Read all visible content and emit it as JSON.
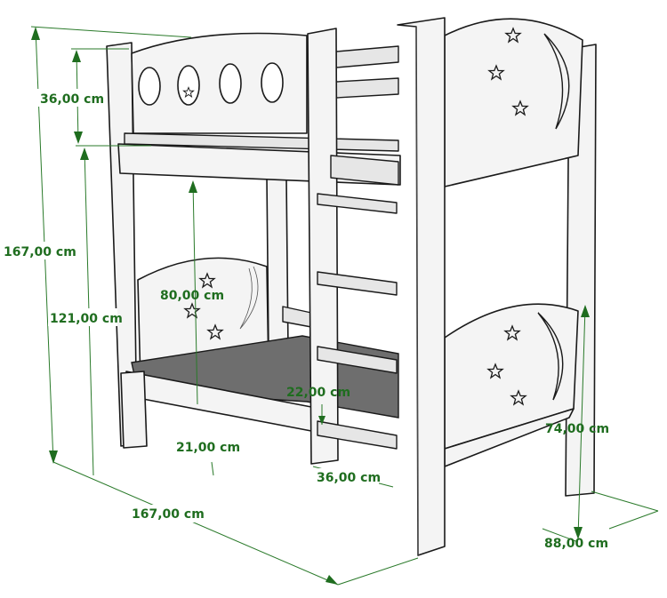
{
  "title": "Bunk bed dimensions",
  "colors": {
    "dimension": "#1f6d1f",
    "mattress": "#6e6e6e",
    "wood": "#f4f4f4"
  },
  "dimensions": [
    {
      "id": "top-guard-height",
      "label": "36,00 cm"
    },
    {
      "id": "total-height",
      "label": "167,00 cm"
    },
    {
      "id": "upper-bed-height",
      "label": "121,00 cm"
    },
    {
      "id": "clearance-between-beds",
      "label": "80,00 cm"
    },
    {
      "id": "ladder-step-spacing",
      "label": "22,00 cm"
    },
    {
      "id": "lower-bed-height",
      "label": "21,00 cm"
    },
    {
      "id": "ladder-width",
      "label": "36,00 cm"
    },
    {
      "id": "footboard-height",
      "label": "74,00 cm"
    },
    {
      "id": "length",
      "label": "167,00 cm"
    },
    {
      "id": "width",
      "label": "88,00 cm"
    }
  ]
}
